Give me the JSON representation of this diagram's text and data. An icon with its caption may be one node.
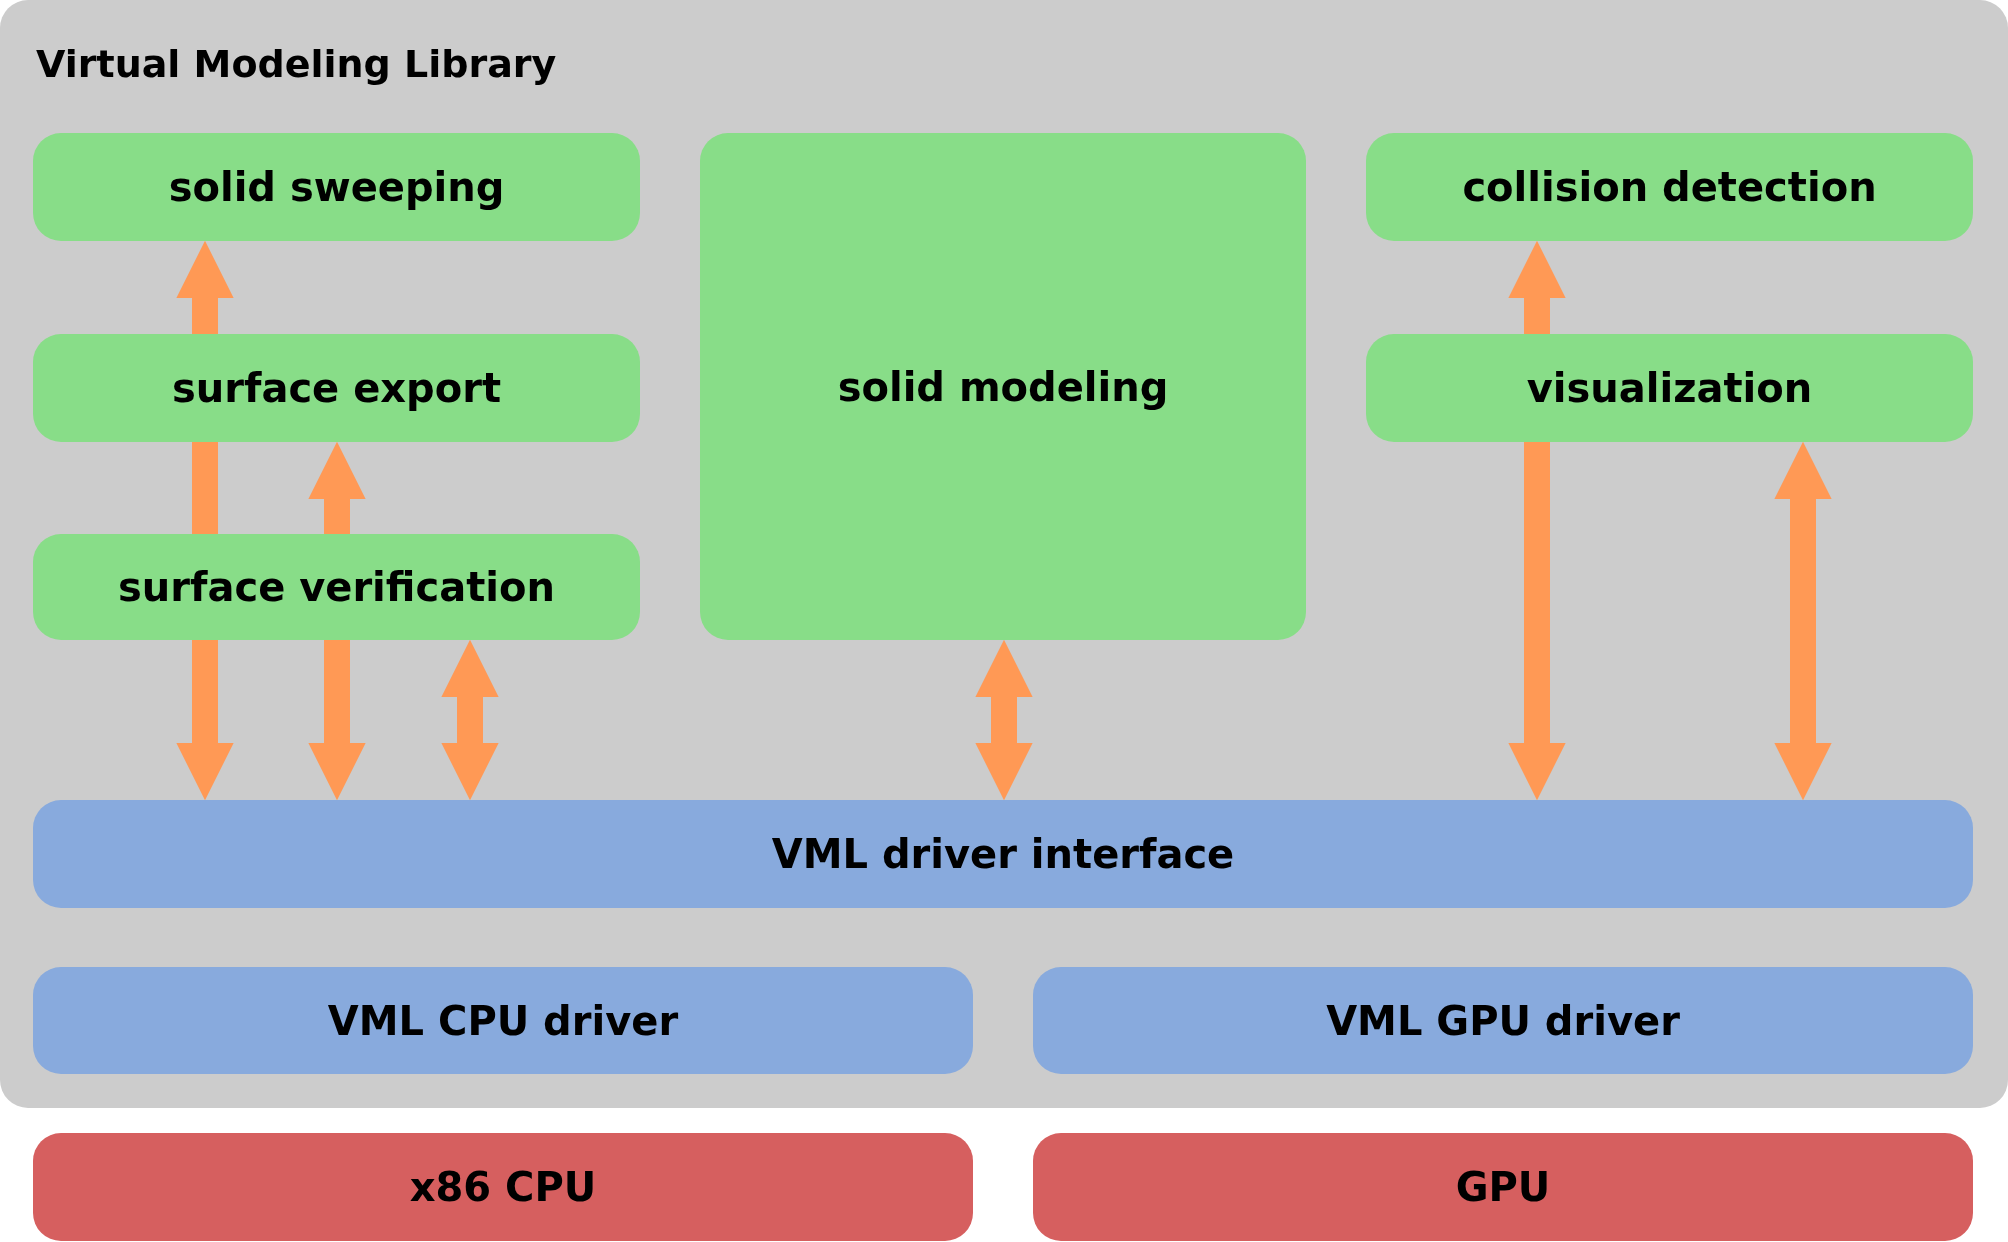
{
  "diagram": {
    "nodes": [
      {
        "text": [
          "Virtual Modeling Library"
        ]
      },
      {
        "text": [
          "solid sweeping"
        ],
        "in": 0
      },
      {
        "text": [
          "solid modeling"
        ],
        "in": 0
      },
      {
        "text": [
          "collision detection"
        ],
        "in": 0
      },
      {
        "text": [
          "surface export"
        ],
        "in": 0
      },
      {
        "text": [
          "visualization"
        ],
        "in": 0
      },
      {
        "text": [
          "surface verification"
        ],
        "in": 0
      },
      {
        "text": [
          "VML driver interface"
        ],
        "in": 0
      },
      {
        "text": [
          "VML CPU driver"
        ],
        "in": 0
      },
      {
        "text": [
          "VML GPU driver"
        ],
        "in": 0
      },
      {
        "text": [
          "x86 CPU"
        ]
      },
      {
        "text": [
          "GPU"
        ]
      }
    ],
    "edges": [
      {
        "from": 6,
        "to": 7,
        "arrow": "to"
      },
      {
        "from": 6,
        "to": 4,
        "arrow": "none"
      },
      {
        "from": 4,
        "to": 1,
        "arrow": "to"
      },
      {
        "from": 6,
        "to": 7,
        "arrow": "to"
      },
      {
        "from": 6,
        "to": 4,
        "arrow": "to"
      },
      {
        "from": 7,
        "to": 6,
        "arrow": "both"
      },
      {
        "from": 7,
        "to": 2,
        "arrow": "both"
      },
      {
        "from": 5,
        "to": 7,
        "arrow": "to"
      },
      {
        "from": 5,
        "to": 3,
        "arrow": "to"
      },
      {
        "from": 7,
        "to": 5,
        "arrow": "both"
      }
    ]
  }
}
